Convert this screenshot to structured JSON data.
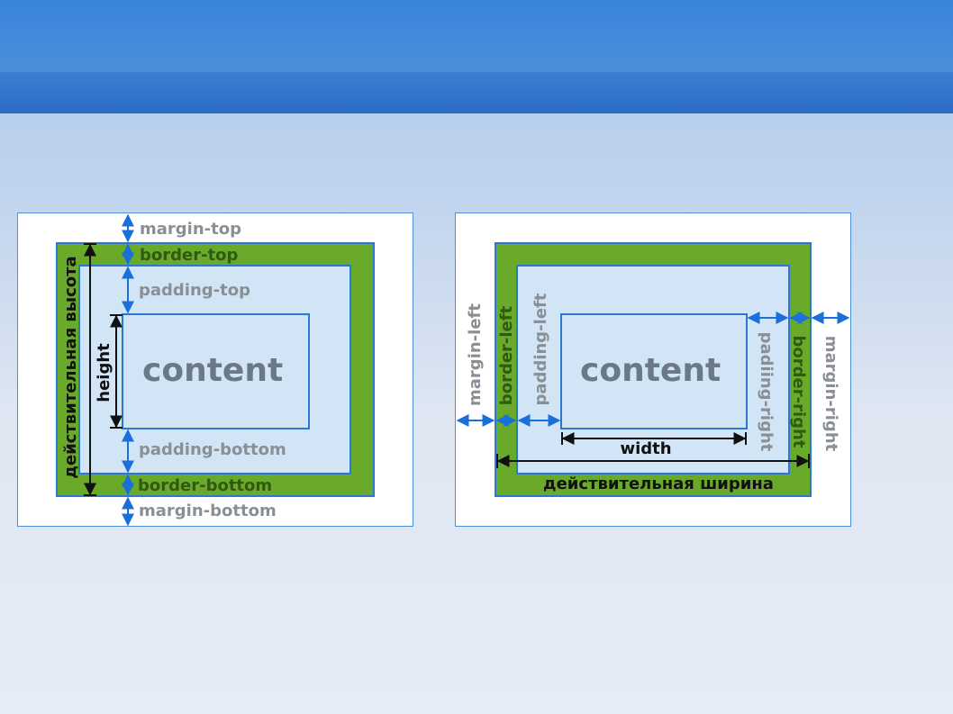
{
  "colors": {
    "border_green": "#6aaa2a",
    "padding_blue": "#d1e5f6",
    "outline_blue": "#2a78d6",
    "arrow_blue": "#1a6fd8",
    "banner": "#3a84dc"
  },
  "left_diagram": {
    "margin_top": "margin-top",
    "border_top": "border-top",
    "padding_top": "padding-top",
    "content": "content",
    "height": "height",
    "actual_height": "действительная высота",
    "padding_bottom": "padding-bottom",
    "border_bottom": "border-bottom",
    "margin_bottom": "margin-bottom"
  },
  "right_diagram": {
    "margin_left": "margin-left",
    "border_left": "border-left",
    "padding_left": "padding-left",
    "content": "content",
    "width": "width",
    "padding_right": "padiing-right",
    "border_right": "border-right",
    "margin_right": "margin-right",
    "actual_width": "действительная ширина"
  }
}
